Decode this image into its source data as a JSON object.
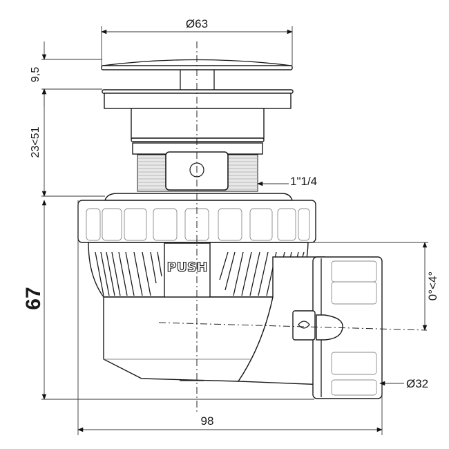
{
  "drawing": {
    "subject": "push-button bath waste (click-clack) with side outlet",
    "colors": {
      "line": "#1a1a1a",
      "background": "#ffffff",
      "hatch": "#8a8a8a"
    }
  },
  "dimensions": {
    "cap_diameter": "Ø63",
    "cap_height": "9,5",
    "adjust_range": "23<51",
    "thread_size": "1\"1/4",
    "body_height": "67",
    "outlet_angle": "0°<4°",
    "outlet_diameter": "Ø32",
    "overall_width": "98"
  },
  "labels": {
    "push_button_text": "PUSH"
  }
}
